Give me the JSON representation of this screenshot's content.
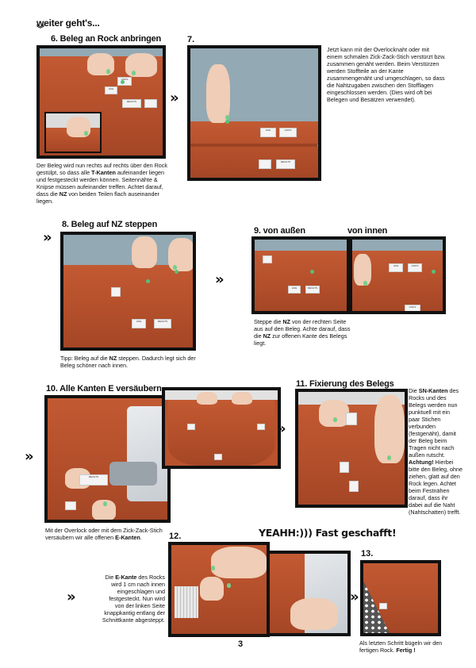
{
  "header": {
    "title": "weiter geht's..."
  },
  "step6": {
    "title": "6. Beleg an Rock anbringen",
    "caption_pre": "Der Beleg wird nun rechts auf rechts über den Rock gestülpt, so dass alle ",
    "caption_b1": "T-Kanten",
    "caption_mid": " aufeinander liegen und festgesteckt werden können. Seitennähte & Knipse müssen aufeinander treffen. Achtet darauf, dass die ",
    "caption_b2": "NZ",
    "caption_post": " von beiden Teilen flach auseinander liegen."
  },
  "step7": {
    "num": "7.",
    "caption": "Jetzt kann mit der Overlocknaht oder mit einem schmalen Zick-Zack-Stich verstürzt bzw. zusammen genäht werden. Beim Verstürzen werden Stoffteile an der Kante zusammengenäht und umgeschlagen, so dass die Nahtzugaben zwischen den Stofflagen eingeschlossen werden. (Dies wird oft bei Belegen und Besätzen verwendet)."
  },
  "step8": {
    "title": "8. Beleg auf NZ steppen",
    "caption_pre": "Tipp: Beleg auf die ",
    "caption_b": "NZ",
    "caption_post": " steppen. Dadurch legt sich der Beleg schöner nach innen."
  },
  "step9": {
    "title_out": "9. von außen",
    "title_in": "von innen",
    "caption_pre": "Steppe die ",
    "caption_b1": "NZ",
    "caption_mid": " von der rechten Seite aus auf den Beleg. Achte darauf, dass die ",
    "caption_b2": "NZ",
    "caption_post": " zur offenen Kante des Belegs liegt."
  },
  "step10": {
    "title": "10. Alle Kanten E versäubern",
    "caption_pre": "Mit der Overlock oder mit dem Zick-Zack-Stich versäubern wir alle offenen ",
    "caption_b": "E-Kanten",
    "caption_post": "."
  },
  "step11": {
    "title": "11. Fixierung des Belegs",
    "caption_pre": "Die ",
    "caption_b1": "SN-Kanten",
    "caption_mid": " des Rocks und des Belegs werden nun punktuell mit ein paar Stichen verbunden (festgenäht), damit der Beleg beim Tragen nicht nach außen rutscht. ",
    "caption_b2": "Achtung!",
    "caption_post": " Hierbei bitte den Beleg, ohne ziehen, glatt auf den Rock legen. Achtet beim Festnähen darauf, dass ihr dabei auf die Naht (Nahtschatten) trefft."
  },
  "yeah": "YEAHH:))) Fast geschafft!",
  "step12": {
    "num": "12.",
    "caption_pre": "Die ",
    "caption_b": "E-Kante",
    "caption_post": " des Rocks wird 1 cm nach innen eingeschlagen und festgesteckt. Nun wird von der linken Seite knappkantig entlang der Schnittkante abgesteppt."
  },
  "step13": {
    "num": "13.",
    "caption_pre": "Als letzten Schritt bügeln wir den fertigen Rock. ",
    "caption_b": "Fertig !"
  },
  "labels": {
    "label_a": "LIKE",
    "label_b": "LINKS",
    "label_c": "RECHTS"
  },
  "page_number": "3",
  "colors": {
    "fabric": "#b9522d",
    "pin": "#57c07a",
    "border": "#111111"
  }
}
